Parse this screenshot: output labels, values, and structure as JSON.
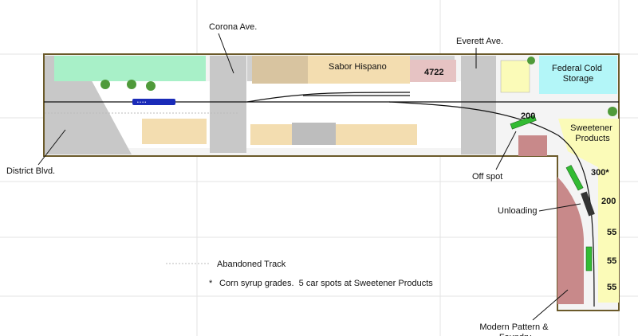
{
  "streets": {
    "corona": "Corona Ave.",
    "everett": "Everett Ave.",
    "district": "District Blvd."
  },
  "buildings": {
    "sabor": "Sabor Hispano",
    "b4722": "4722",
    "federal": "Federal Cold Storage",
    "sweetener": "Sweetener Products",
    "modern": "Modern Pattern & Foundry"
  },
  "track_labels": {
    "off_spot": "Off spot",
    "unloading": "Unloading"
  },
  "spot_numbers": {
    "offspot_200": "200",
    "s300": "300*",
    "s200": "200",
    "s55a": "55",
    "s55b": "55",
    "s55c": "55"
  },
  "locomotive_text": "• • • •",
  "legend": {
    "abandoned": "Abandoned Track",
    "note": "Corn syrup grades.  5 car spots at Sweetener Products",
    "note_marker": "*"
  },
  "colors": {
    "grid": "#e3e3e3",
    "border": "#6b5a2a",
    "road": "#c8c8c8",
    "tan": "#f3ddb0",
    "mint": "#a8f0c8",
    "cyan": "#b3f6f8",
    "yellow": "#fbfbb8",
    "pink": "#e6c3c3",
    "brick": "#c8898a",
    "gray_bldg": "#bdbdbd",
    "car_green": "#33bb33",
    "loco_blue": "#1a2bb8",
    "track": "#111111"
  }
}
